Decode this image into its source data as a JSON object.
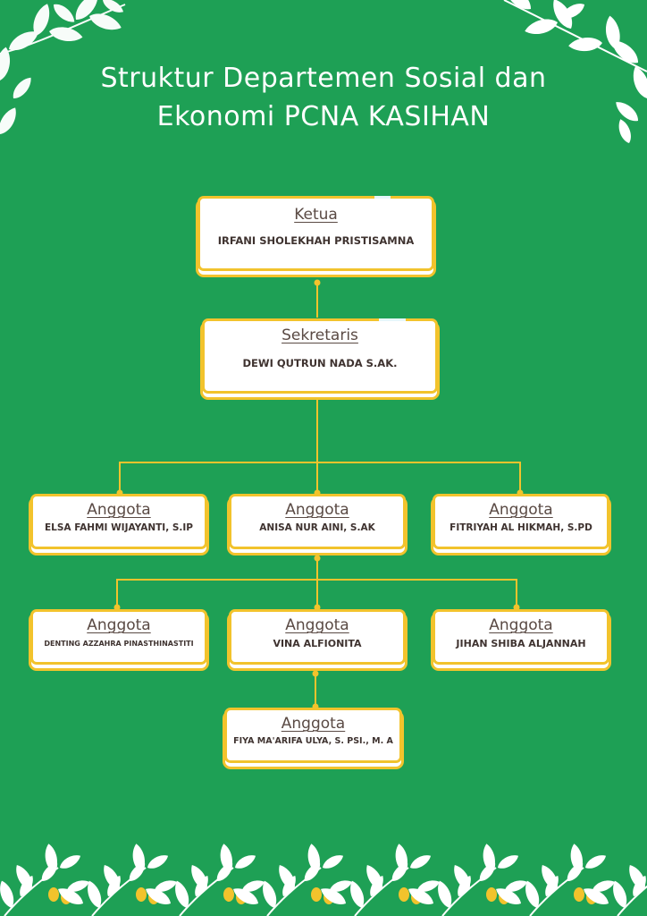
{
  "title": {
    "line1": "Struktur Departemen Sosial dan",
    "line2": "Ekonomi PCNA KASIHAN"
  },
  "nodes": {
    "ketua": {
      "role": "Ketua",
      "name": "IRFANI SHOLEKHAH PRISTISAMNA"
    },
    "sekretaris": {
      "role": "Sekretaris",
      "name": "DEWI QUTRUN NADA S.AK."
    },
    "anggota_1": {
      "role": "Anggota",
      "name": "ELSA FAHMI WIJAYANTI, S.IP"
    },
    "anggota_2": {
      "role": "Anggota",
      "name": "ANISA NUR AINI, S.AK"
    },
    "anggota_3": {
      "role": "Anggota",
      "name": "FITRIYAH AL HIKMAH, S.PD"
    },
    "anggota_4": {
      "role": "Anggota",
      "name": "DENTING AZZAHRA PINASTHINASTITI"
    },
    "anggota_5": {
      "role": "Anggota",
      "name": "VINA ALFIONITA"
    },
    "anggota_6": {
      "role": "Anggota",
      "name": "JIHAN SHIBA ALJANNAH"
    },
    "anggota_7": {
      "role": "Anggota",
      "name": "FIYA MA'ARIFA ULYA, S. PSI., M. A"
    }
  },
  "colors": {
    "background": "#1ea055",
    "accent": "#f2c32c",
    "card": "#ffffff",
    "text": "#3f3330"
  },
  "decorations": [
    "leaf-cluster-icon",
    "yellow-flower-bud-icon"
  ]
}
